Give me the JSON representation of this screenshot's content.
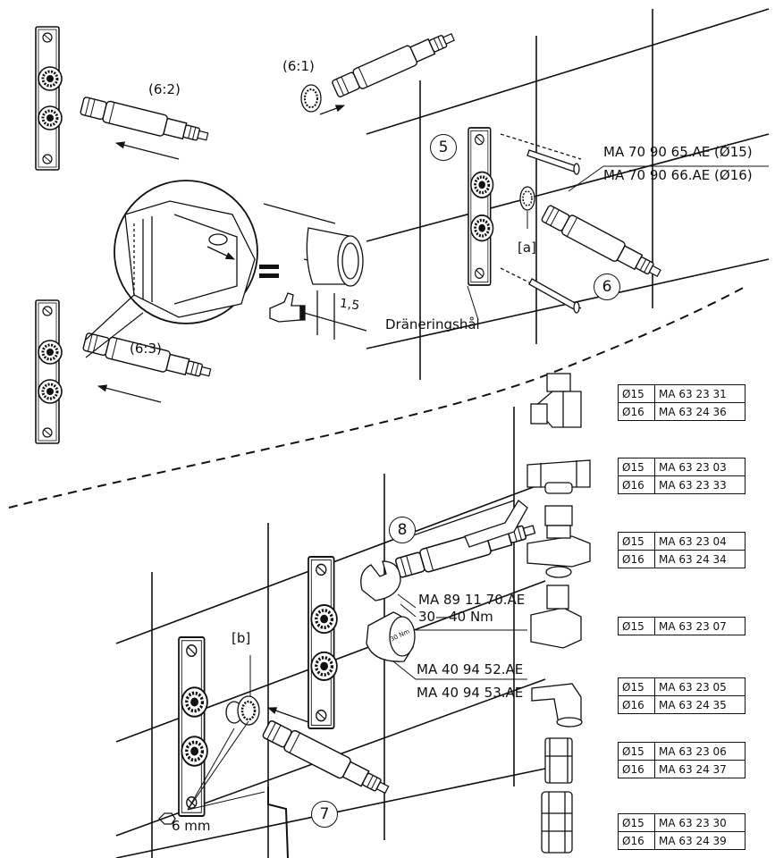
{
  "top": {
    "detail_labels": [
      "(6:2)",
      "(6:1)",
      "(6:3)"
    ],
    "step5": "5",
    "step6": "6",
    "cartridge_codes": [
      "MA 70 90 65.AE (Ø15)",
      "MA 70 90 66.AE (Ø16)"
    ],
    "bracket_a": "[a]",
    "drain_hole": "Dräneringshål",
    "equals": "=",
    "dimension": "1,5"
  },
  "bottom": {
    "step8": "8",
    "step7": "7",
    "wrench_code": "MA 89 11 70.AE",
    "torque": "30—40 Nm",
    "cap_codes": [
      "MA 40 94 52.AE",
      "MA 40 94 53.AE"
    ],
    "cap_text": "30 Nm",
    "bracket_b": "[b]",
    "hex_key": "6 mm"
  },
  "parts": [
    {
      "rows": [
        {
          "d": "Ø15",
          "code": "MA 63 23 31"
        },
        {
          "d": "Ø16",
          "code": "MA 63 24 36"
        }
      ]
    },
    {
      "rows": [
        {
          "d": "Ø15",
          "code": "MA 63 23 03"
        },
        {
          "d": "Ø16",
          "code": "MA 63 23 33"
        }
      ]
    },
    {
      "rows": [
        {
          "d": "Ø15",
          "code": "MA 63 23 04"
        },
        {
          "d": "Ø16",
          "code": "MA 63 24 34"
        }
      ]
    },
    {
      "rows": [
        {
          "d": "Ø15",
          "code": "MA 63 23 07"
        }
      ]
    },
    {
      "rows": [
        {
          "d": "Ø15",
          "code": "MA 63 23 05"
        },
        {
          "d": "Ø16",
          "code": "MA 63 24 35"
        }
      ]
    },
    {
      "rows": [
        {
          "d": "Ø15",
          "code": "MA 63 23 06"
        },
        {
          "d": "Ø16",
          "code": "MA 63 24 37"
        }
      ]
    },
    {
      "rows": [
        {
          "d": "Ø15",
          "code": "MA 63 23 30"
        },
        {
          "d": "Ø16",
          "code": "MA 63 24 39"
        }
      ]
    }
  ]
}
